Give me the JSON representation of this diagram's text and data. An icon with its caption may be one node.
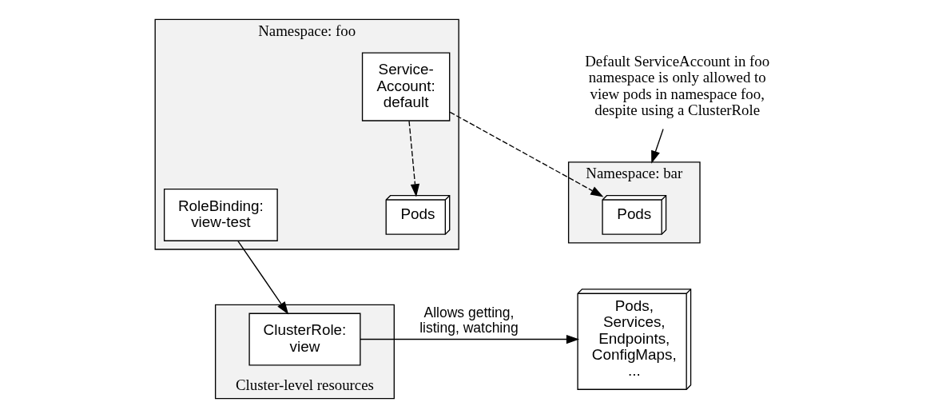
{
  "diagram": {
    "nodes": [
      {
        "text": [
          "Namespace: foo"
        ]
      },
      {
        "text": [
          "RoleBinding:",
          "view-test"
        ],
        "in": 0
      },
      {
        "text": [
          "Service-Account: default"
        ],
        "in": 0
      },
      {
        "text": [
          "Pods"
        ],
        "in": 0
      },
      {
        "text": [
          "Namespace: bar"
        ]
      },
      {
        "text": [
          "Pods"
        ],
        "in": 4
      },
      {
        "text": [
          "Cluster-level resources"
        ]
      },
      {
        "text": [
          "ClusterRole: view"
        ],
        "in": 6
      },
      {
        "text": [
          "Pods, Services, Endpoints, ConfigMaps, ..."
        ]
      },
      {
        "text": [
          "Default ServiceAccount in foo namespace is only allowed to view pods in namespace foo, despite using a ClusterRole"
        ]
      }
    ],
    "edges": [
      {
        "from": 1,
        "to": 7,
        "arrow": "to"
      },
      {
        "from": 7,
        "to": 8,
        "arrow": "to",
        "label": "Allows getting, listing, watching"
      },
      {
        "from": 2,
        "to": 3,
        "arrow": "to",
        "style": "dashed"
      },
      {
        "from": 2,
        "to": 5,
        "arrow": "to",
        "style": "dashed"
      },
      {
        "from": 9,
        "to": 4,
        "arrow": "to"
      }
    ]
  }
}
